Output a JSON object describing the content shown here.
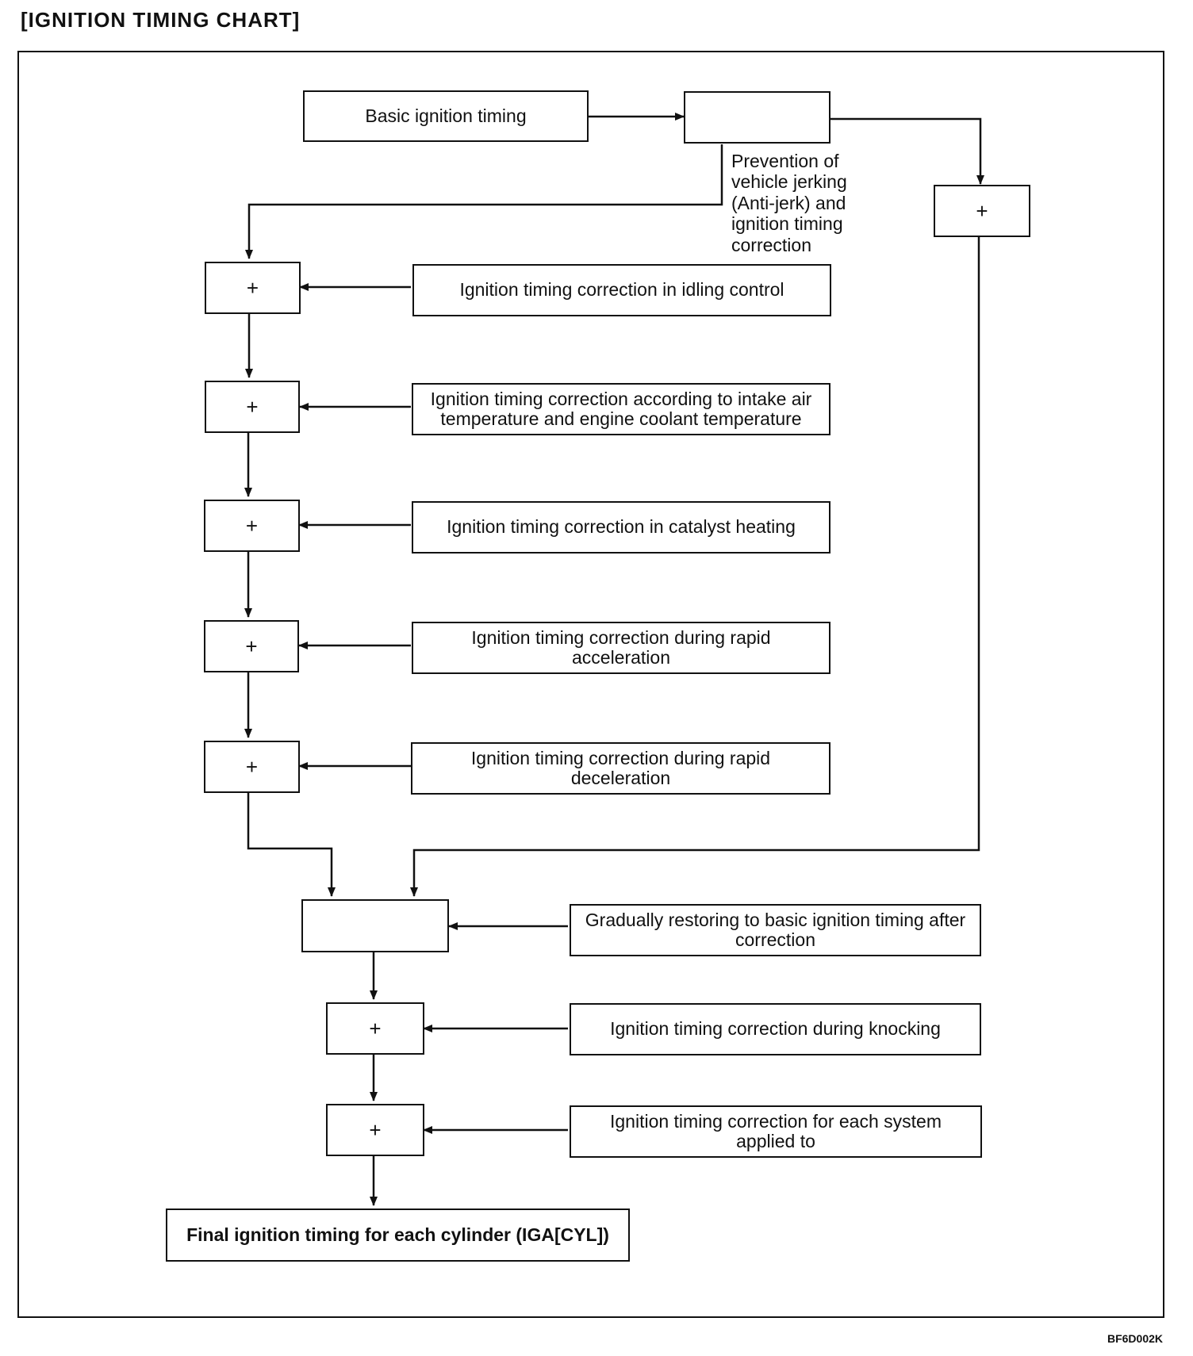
{
  "title": "[IGNITION TIMING CHART]",
  "figure_code": "BF6D002K",
  "nodes": {
    "basic": "Basic ignition timing",
    "antijerk_box": "",
    "antijerk_label": "Prevention of vehicle jerking (Anti-jerk) and ignition timing correction",
    "right_plus": "+",
    "plus": "+",
    "idling": "Ignition timing correction in idling control",
    "intake": "Ignition timing correction according to intake air temperature and engine coolant temperature",
    "catalyst": "Ignition timing correction in catalyst heating",
    "accel": "Ignition timing correction during rapid acceleration",
    "decel": "Ignition timing correction during rapid deceleration",
    "merge_box": "",
    "restore": "Gradually restoring to basic ignition timing after correction",
    "knocking": "Ignition timing correction during knocking",
    "system": "Ignition timing correction for each system applied to",
    "final": "Final ignition timing for each cylinder (IGA[CYL])"
  }
}
